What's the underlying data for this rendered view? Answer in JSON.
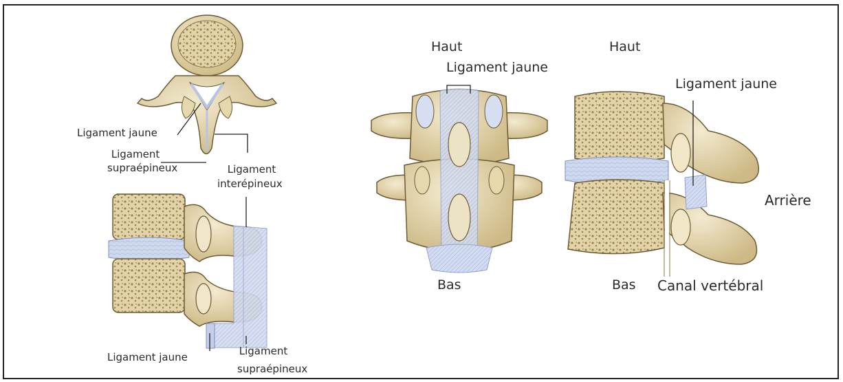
{
  "colors": {
    "bone": "#e8dcb8",
    "bone_shadow": "#b9a678",
    "spongy": "#d8c89a",
    "spongy_dot": "#8a7444",
    "disc": "#c9d4ea",
    "ligament": "#ccd6ee",
    "ligament_line": "#9fb0d6",
    "outline": "#6b5a34",
    "frame": "#222222"
  },
  "left_panel": {
    "top_view": {
      "ligament_jaune": "Ligament jaune",
      "ligament_supraepineux_1": "Ligament",
      "ligament_supraepineux_2": "supraépineux",
      "ligament_interepineux_1": "Ligament",
      "ligament_interepineux_2": "interépineux"
    },
    "side_view": {
      "ligament_jaune": "Ligament jaune",
      "ligament_supraepineux_1": "Ligament",
      "ligament_supraepineux_2": "supraépineux"
    }
  },
  "middle_panel": {
    "haut": "Haut",
    "ligament_jaune": "Ligament jaune",
    "bas": "Bas"
  },
  "right_panel": {
    "haut": "Haut",
    "ligament_jaune": "Ligament jaune",
    "arriere": "Arrière",
    "bas": "Bas",
    "canal_vertebral": "Canal vertébral"
  }
}
